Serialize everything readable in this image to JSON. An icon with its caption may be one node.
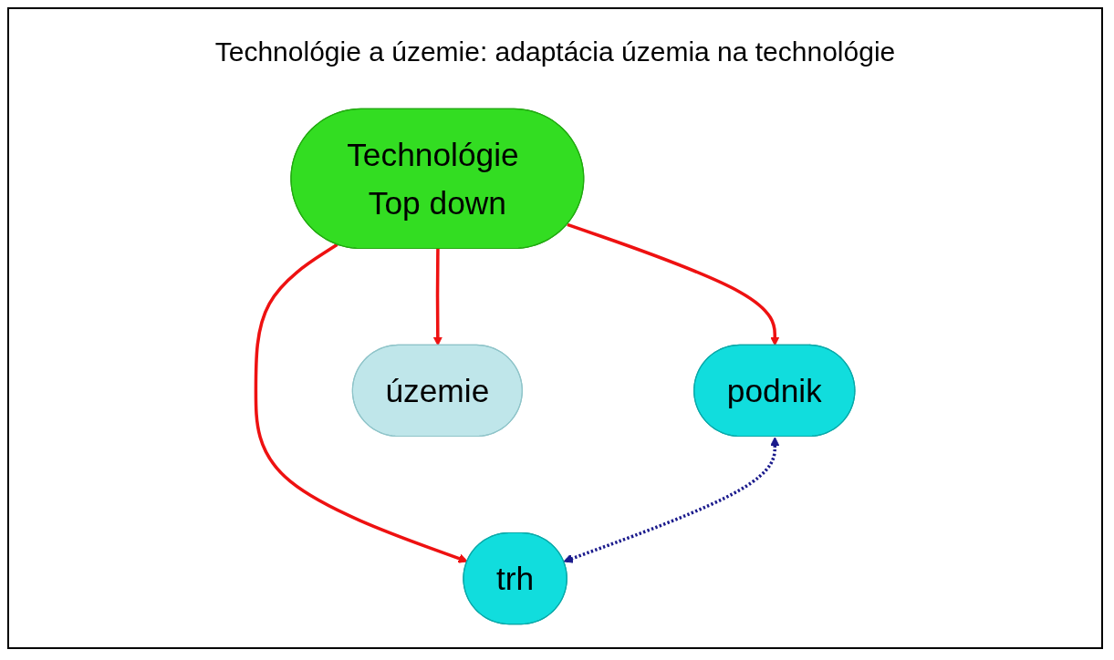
{
  "diagram": {
    "title": "Technológie a územie: adaptácia územia na technológie",
    "nodes": [
      {
        "text": [
          "Technológie Top down"
        ]
      },
      {
        "text": [
          "podnik"
        ]
      },
      {
        "text": [
          "trh"
        ]
      },
      {
        "text": [
          "územie"
        ]
      }
    ],
    "edges": [
      {
        "from": 0,
        "to": 1,
        "arrow": "to"
      },
      {
        "from": 0,
        "to": 2,
        "arrow": "to"
      },
      {
        "from": 0,
        "to": 3,
        "arrow": "to"
      },
      {
        "from": 1,
        "to": 2,
        "arrow": "both",
        "style": "dashed",
        "color": "#1a1a8c"
      }
    ]
  }
}
